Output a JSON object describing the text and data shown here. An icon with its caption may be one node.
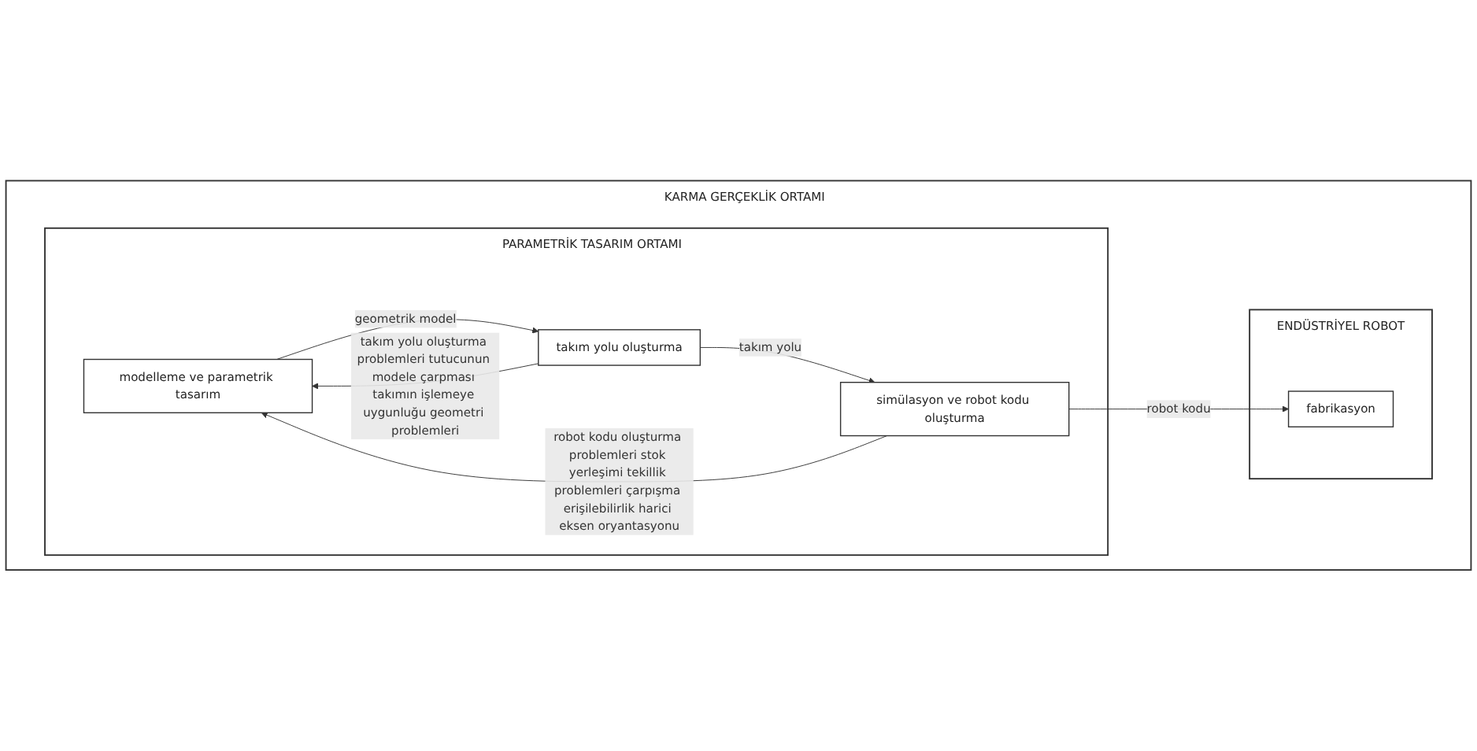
{
  "diagram": {
    "nodes": [
      {
        "text": [
          "KARMA GERÇEKLİK ORTAMI"
        ]
      },
      {
        "text": [
          "PARAMETRİK TASARIM ORTAMI"
        ],
        "in": 0
      },
      {
        "text": [
          "modelleme ve parametrik tasarım"
        ],
        "in": 1
      },
      {
        "text": [
          "takım yolu oluşturma"
        ],
        "in": 1
      },
      {
        "text": [
          "simülasyon ve robot kodu oluşturma"
        ],
        "in": 1
      },
      {
        "text": [
          "ENDÜSTRİYEL ROBOT"
        ],
        "in": 0
      },
      {
        "text": [
          "fabrikasyon"
        ],
        "in": 5
      }
    ],
    "edges": [
      {
        "from": 2,
        "to": 3,
        "arrow": "to",
        "label": "geometrik model"
      },
      {
        "from": 3,
        "to": 4,
        "arrow": "to",
        "label": "takım yolu"
      },
      {
        "from": 4,
        "to": 6,
        "arrow": "to",
        "label": "robot kodu"
      },
      {
        "from": 3,
        "to": 2,
        "arrow": "to",
        "label": "takım yolu oluşturma problemleri tutucunun modele çarpması takımın işlemeye uygunluğu geometri problemleri"
      },
      {
        "from": 4,
        "to": 2,
        "arrow": "to",
        "label": "robot kodu oluşturma problemleri stok yerleşimi tekillik problemleri çarpışma erişilebilirlik harici eksen oryantasyonu"
      }
    ]
  }
}
